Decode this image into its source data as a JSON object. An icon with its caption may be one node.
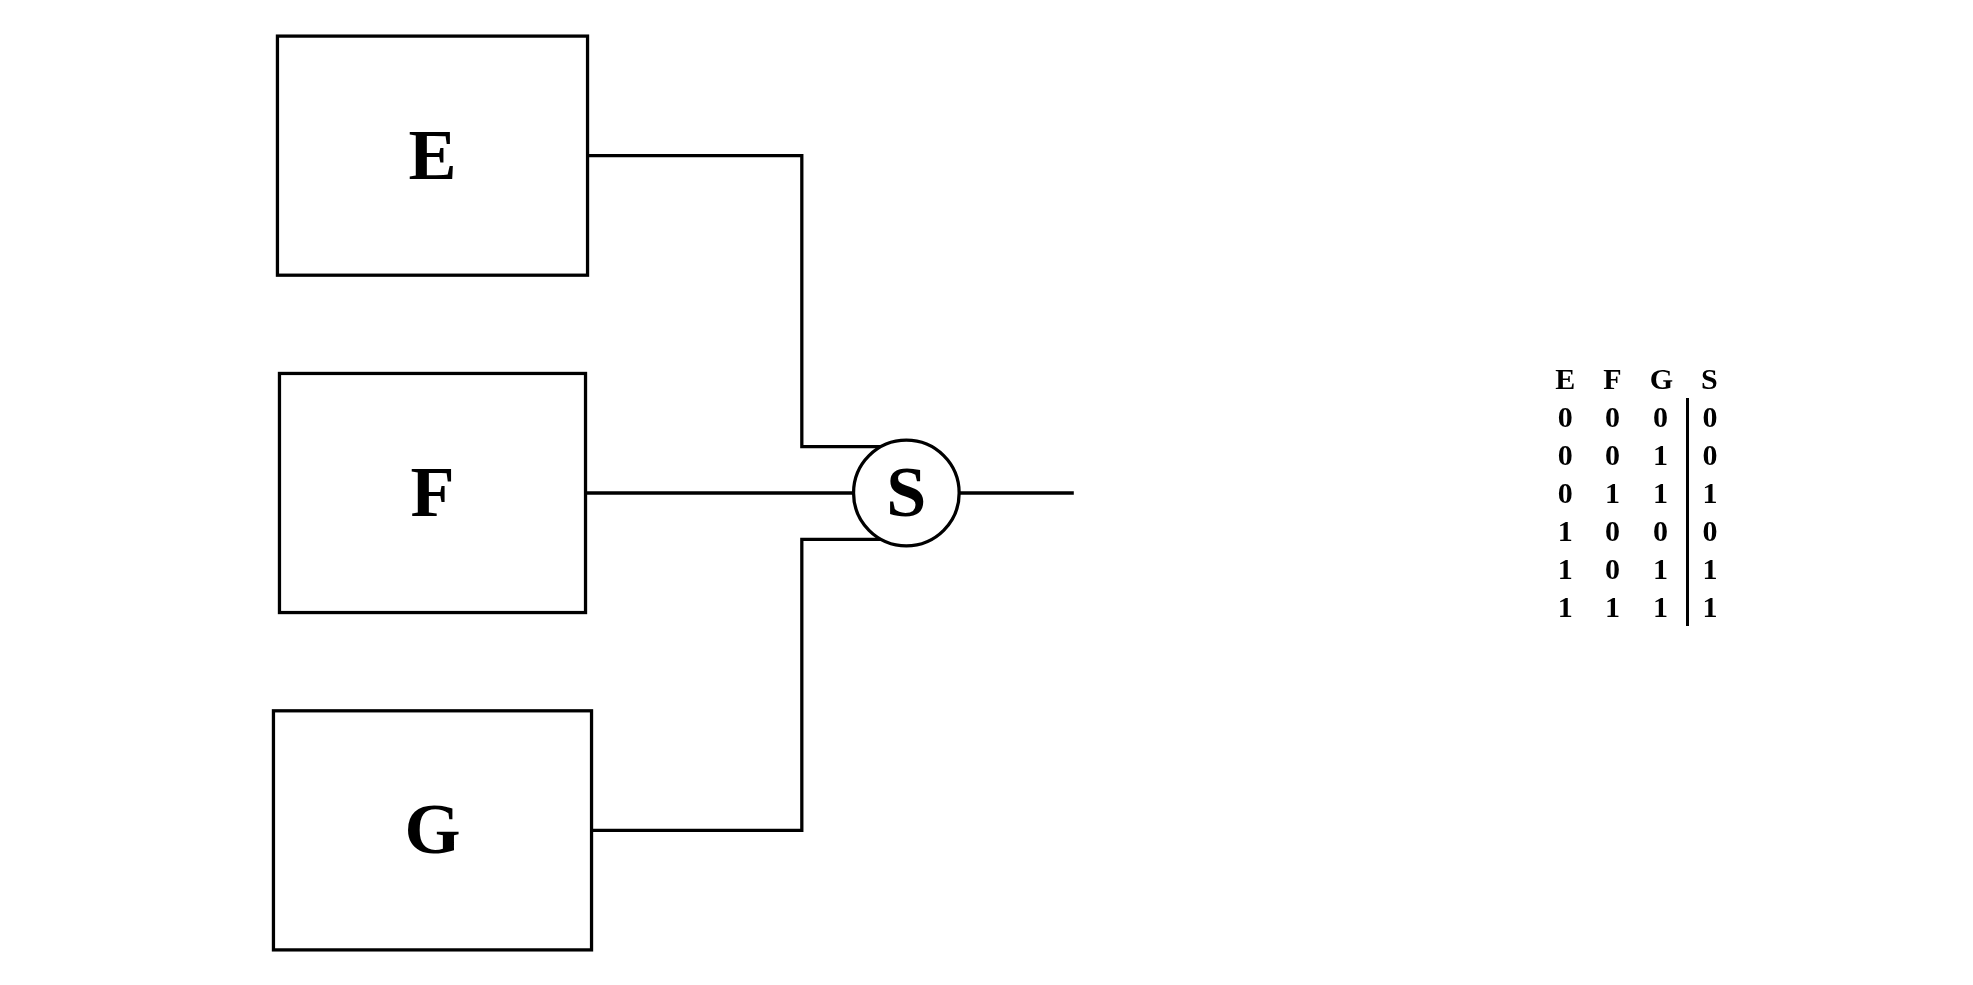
{
  "diagram": {
    "nodes": [
      {
        "text": [
          "E"
        ]
      },
      {
        "text": [
          "F"
        ]
      },
      {
        "text": [
          "G"
        ]
      },
      {
        "text": [
          "S"
        ]
      }
    ],
    "edges": [
      {
        "from": 0,
        "to": 3,
        "arrow": "none"
      },
      {
        "from": 1,
        "to": 3,
        "arrow": "none"
      },
      {
        "from": 2,
        "to": 3,
        "arrow": "none"
      },
      {
        "from": 3,
        "to": null,
        "arrow": "none"
      }
    ],
    "labels": [
      "E",
      "F",
      "G",
      "S",
      "0",
      "0",
      "0",
      "0",
      "0",
      "0",
      "1",
      "0",
      "0",
      "1",
      "1",
      "1",
      "1",
      "0",
      "0",
      "0",
      "1",
      "0",
      "1",
      "1",
      "1",
      "1",
      "1",
      "1"
    ]
  }
}
